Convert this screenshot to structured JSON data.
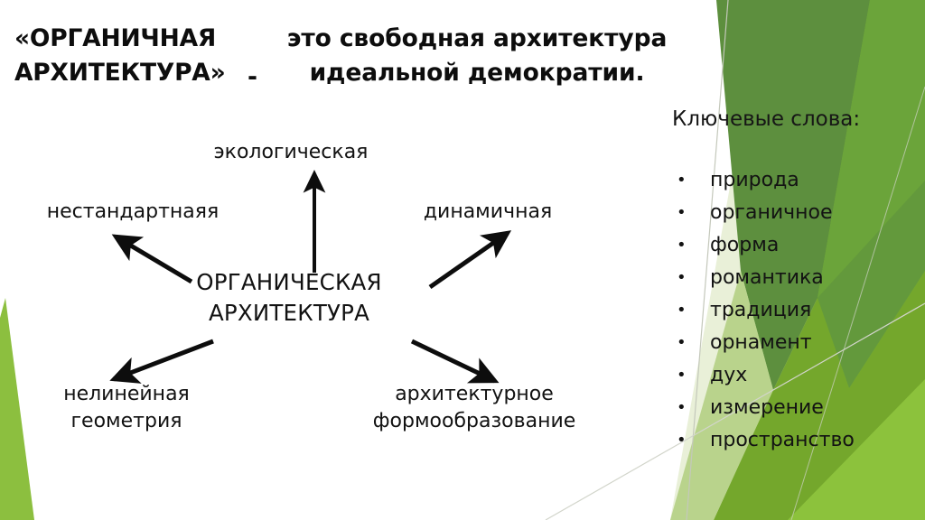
{
  "slide": {
    "background_color": "#ffffff",
    "accent_colors": {
      "dark_green": "#5d8f3e",
      "mid_green": "#6ba43a",
      "bright_green": "#74a725",
      "light_green": "#8cbf3f",
      "pale_green": "#c9dca6",
      "paler_green": "#e3eccd",
      "hairline": "#c7c9bd"
    }
  },
  "title": {
    "left_text": "«ОРГАНИЧНАЯ АРХИТЕКТУРА»",
    "dash": "-",
    "right_text": "это свободная архитектура идеальной демократии."
  },
  "diagram": {
    "center_label": "ОРГАНИЧЕСКАЯ\nАРХИТЕКТУРА",
    "nodes": [
      {
        "id": "eco",
        "label": "экологическая"
      },
      {
        "id": "nonstd",
        "label": "нестандартнаяя"
      },
      {
        "id": "dynamic",
        "label": "динамичная"
      },
      {
        "id": "nonlinear",
        "label": "нелинейная\nгеометрия"
      },
      {
        "id": "formation",
        "label": "архитектурное\nформообразование"
      }
    ],
    "arrows": [
      {
        "from": "center",
        "to": "eco",
        "direction": "up"
      },
      {
        "from": "center",
        "to": "nonstd",
        "direction": "up-left"
      },
      {
        "from": "center",
        "to": "dynamic",
        "direction": "up-right"
      },
      {
        "from": "center",
        "to": "nonlinear",
        "direction": "down-left"
      },
      {
        "from": "center",
        "to": "formation",
        "direction": "down-right"
      }
    ]
  },
  "keywords": {
    "title": "Ключевые слова:",
    "bullet_glyph": "•",
    "items": [
      "природа",
      "органичное",
      "форма",
      "романтика",
      "традиция",
      "орнамент",
      "дух",
      "измерение",
      "пространство"
    ]
  }
}
